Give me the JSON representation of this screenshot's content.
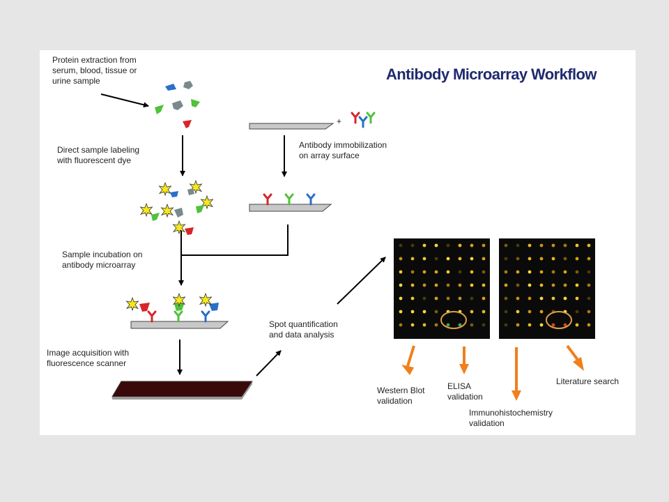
{
  "title": "Antibody Microarray Workflow",
  "steps": {
    "extraction": "Protein extraction from\nserum, blood, tissue or\nurine sample",
    "labeling": "Direct sample labeling\nwith fluorescent dye",
    "immobilization": "Antibody immobilization\non array surface",
    "incubation": "Sample incubation on\nantibody microarray",
    "acquisition": "Image acquisition with\nfluorescence scanner",
    "quantification": "Spot quantification\nand data analysis"
  },
  "validation": {
    "western_blot": "Western Blot\nvalidation",
    "elisa": "ELISA\nvalidation",
    "ihc": "Immunohistochemistry\nvalidation",
    "literature": "Literature search"
  },
  "plus_sign": "+",
  "colors": {
    "title": "#1f2a6e",
    "arrow": "#000000",
    "orange_arrow": "#f07f1c",
    "slide": "#c8c8c8",
    "array_bg": "#0a0a0a",
    "spot_yellow": "#f0c830",
    "highlight_ring": "#e0a040",
    "protein_blue": "#2a6fc8",
    "protein_green": "#4fc23a",
    "protein_red": "#d8242a",
    "protein_gray": "#7a8a8a",
    "dye_star": "#f5e81c"
  }
}
